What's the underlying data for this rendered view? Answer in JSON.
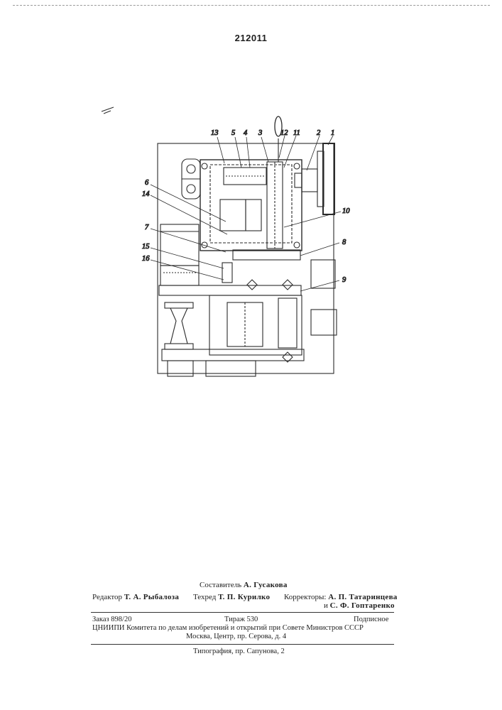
{
  "patent_number": "212011",
  "drawing": {
    "labels": [
      "13",
      "5",
      "4",
      "3",
      "12",
      "11",
      "2",
      "1",
      "6",
      "14",
      "10",
      "7",
      "8",
      "15",
      "16",
      "9"
    ]
  },
  "imprint": {
    "compiler_label": "Составитель",
    "compiler_name": "А. Гусакова",
    "editor_label": "Редактор",
    "editor_name": "Т. А. Рыбалоза",
    "techred_label": "Техред",
    "techred_name": "Т. П. Курилко",
    "correctors_label": "Корректоры:",
    "corrector_1": "А. П. Татаринцева",
    "corrector_2_prefix": "и",
    "corrector_2": "С. Ф. Гоптаренко",
    "order": "Заказ 898/20",
    "circulation": "Тираж 530",
    "subscription": "Подписное",
    "institute_line": "ЦНИИПИ Комитета по делам изобретений и открытий при Совете Министров СССР",
    "address": "Москва, Центр, пр. Серова, д. 4",
    "printer": "Типография, пр. Сапунова, 2"
  }
}
